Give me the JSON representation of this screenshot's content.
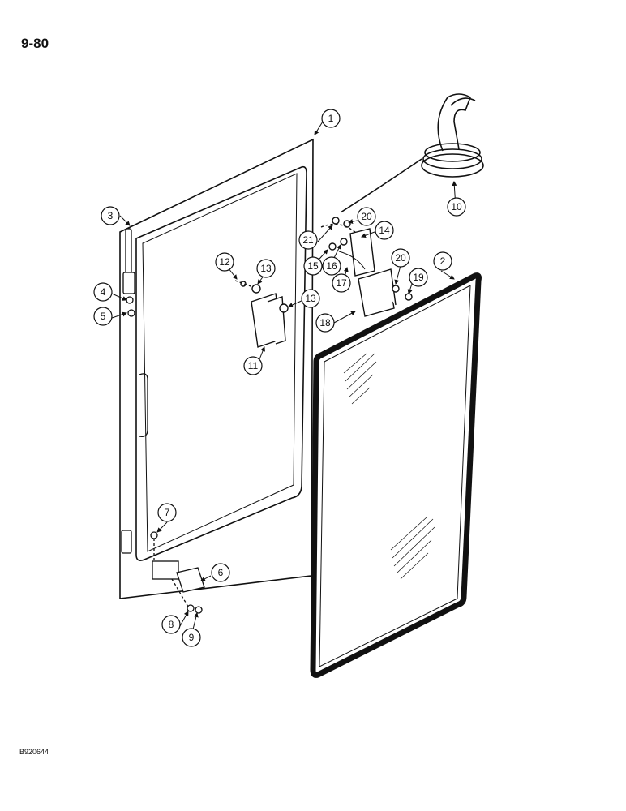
{
  "page_number": "9-80",
  "figure_code": "B920644",
  "callouts": [
    "1",
    "2",
    "3",
    "4",
    "5",
    "6",
    "7",
    "8",
    "9",
    "10",
    "11",
    "12",
    "13",
    "13",
    "14",
    "15",
    "16",
    "17",
    "18",
    "19",
    "20",
    "20",
    "21"
  ]
}
